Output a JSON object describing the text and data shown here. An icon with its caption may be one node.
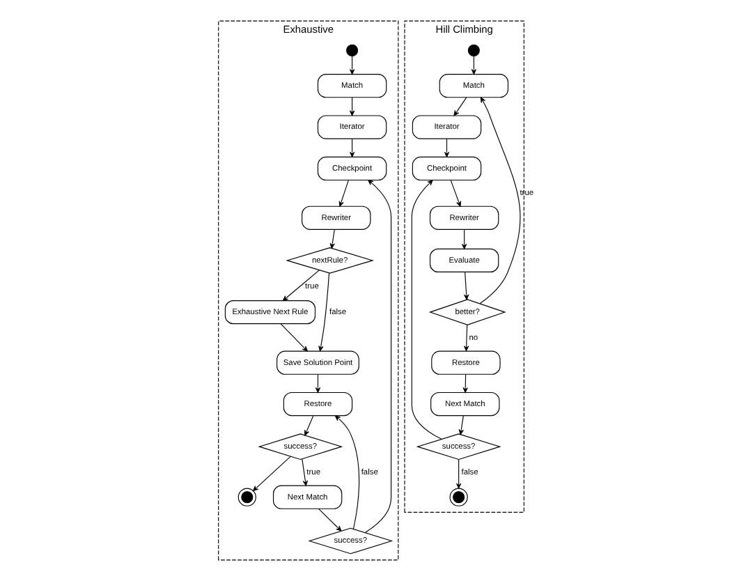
{
  "diagram": {
    "nodes": [
      {
        "text": [
          "Exhaustive"
        ]
      },
      {
        "text": [],
        "shape": "circle",
        "in": 0
      },
      {
        "text": [
          "Match"
        ],
        "in": 0
      },
      {
        "text": [
          "Iterator"
        ],
        "in": 0
      },
      {
        "text": [
          "Checkpoint"
        ],
        "in": 0
      },
      {
        "text": [
          "Rewriter"
        ],
        "in": 0
      },
      {
        "text": [
          "nextRule?"
        ],
        "in": 0
      },
      {
        "text": [
          "Exhaustive Next Rule"
        ],
        "in": 0
      },
      {
        "text": [
          "Save Solution Point"
        ],
        "in": 0
      },
      {
        "text": [
          "Restore"
        ],
        "in": 0
      },
      {
        "text": [
          "success?"
        ],
        "in": 0
      },
      {
        "text": [],
        "shape": "bullseye",
        "in": 0
      },
      {
        "text": [
          "Next Match"
        ],
        "in": 0
      },
      {
        "text": [
          "success?"
        ],
        "in": 0
      },
      {
        "text": [
          "Hill Climbing"
        ]
      },
      {
        "text": [],
        "shape": "circle",
        "in": 14
      },
      {
        "text": [
          "Match"
        ],
        "in": 14
      },
      {
        "text": [
          "Iterator"
        ],
        "in": 14
      },
      {
        "text": [
          "Checkpoint"
        ],
        "in": 14
      },
      {
        "text": [
          "Rewriter"
        ],
        "in": 14
      },
      {
        "text": [
          "Evaluate"
        ],
        "in": 14
      },
      {
        "text": [
          "better?"
        ],
        "in": 14
      },
      {
        "text": [
          "Restore"
        ],
        "in": 14
      },
      {
        "text": [
          "Next Match"
        ],
        "in": 14
      },
      {
        "text": [
          "success?"
        ],
        "in": 14
      },
      {
        "text": [],
        "shape": "bullseye",
        "in": 14
      }
    ],
    "edges": [
      {
        "from": 1,
        "to": 2,
        "arrow": "to"
      },
      {
        "from": 2,
        "to": 3,
        "arrow": "to"
      },
      {
        "from": 3,
        "to": 4,
        "arrow": "to"
      },
      {
        "from": 4,
        "to": 5,
        "arrow": "to"
      },
      {
        "from": 5,
        "to": 6,
        "arrow": "to"
      },
      {
        "from": 6,
        "to": 7,
        "arrow": "to",
        "label": "true"
      },
      {
        "from": 6,
        "to": 8,
        "arrow": "to",
        "label": "false"
      },
      {
        "from": 7,
        "to": 8,
        "arrow": "to"
      },
      {
        "from": 8,
        "to": 9,
        "arrow": "to"
      },
      {
        "from": 9,
        "to": 10,
        "arrow": "to"
      },
      {
        "from": 10,
        "to": 11,
        "arrow": "to"
      },
      {
        "from": 10,
        "to": 12,
        "arrow": "to",
        "label": "true"
      },
      {
        "from": 12,
        "to": 13,
        "arrow": "to"
      },
      {
        "from": 13,
        "to": 4,
        "arrow": "to"
      },
      {
        "from": 13,
        "to": 9,
        "arrow": "to",
        "label": "false"
      },
      {
        "from": 15,
        "to": 16,
        "arrow": "to"
      },
      {
        "from": 16,
        "to": 17,
        "arrow": "to"
      },
      {
        "from": 17,
        "to": 18,
        "arrow": "to"
      },
      {
        "from": 18,
        "to": 19,
        "arrow": "to"
      },
      {
        "from": 19,
        "to": 20,
        "arrow": "to"
      },
      {
        "from": 20,
        "to": 21,
        "arrow": "to"
      },
      {
        "from": 21,
        "to": 16,
        "arrow": "to",
        "label": "true"
      },
      {
        "from": 21,
        "to": 22,
        "arrow": "to",
        "label": "no"
      },
      {
        "from": 22,
        "to": 23,
        "arrow": "to"
      },
      {
        "from": 23,
        "to": 24,
        "arrow": "to"
      },
      {
        "from": 24,
        "to": 18,
        "arrow": "to"
      },
      {
        "from": 24,
        "to": 25,
        "arrow": "to",
        "label": "false"
      }
    ]
  }
}
